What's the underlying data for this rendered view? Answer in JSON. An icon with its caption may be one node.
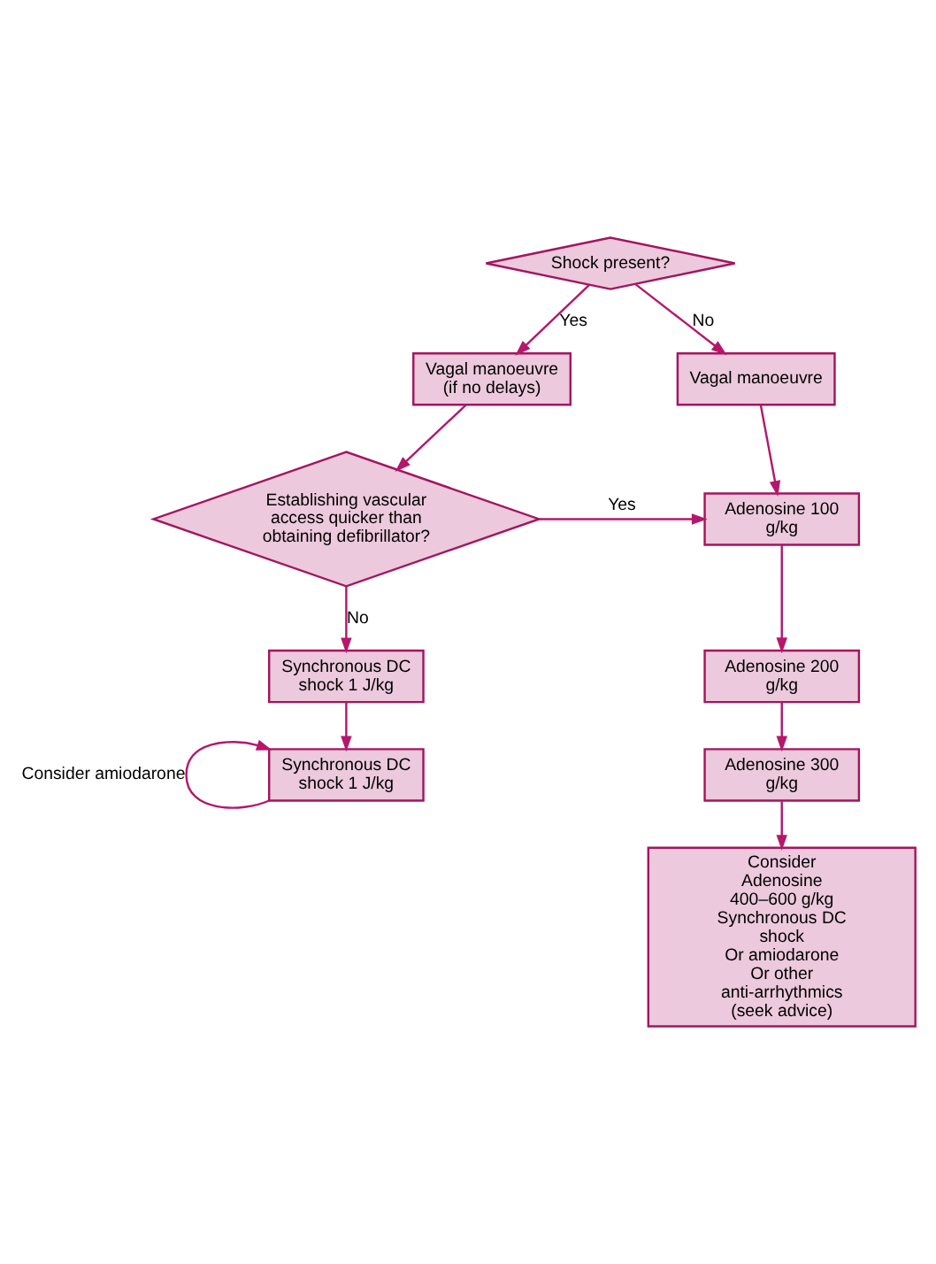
{
  "diagram": {
    "nodes": [
      {
        "text": [
          "Shock present?"
        ]
      },
      {
        "text": [
          "Vagal manoeuvre (if no delays)"
        ]
      },
      {
        "text": [
          "Establishing vascular access quicker than obtaining defibrillator?"
        ]
      },
      {
        "text": [
          "Synchronous DC shock 1 J/kg"
        ]
      },
      {
        "text": [
          "Synchronous DC shock 1 J/kg"
        ]
      },
      {
        "text": [
          "Vagal manoeuvre"
        ]
      },
      {
        "text": [
          "Adenosine 100 g/kg"
        ]
      },
      {
        "text": [
          "Adenosine 200 g/kg"
        ]
      },
      {
        "text": [
          "Adenosine 300 g/kg"
        ]
      },
      {
        "text": [
          "Consider",
          "Adenosine 400–600 g/kg",
          "Synchronous DC shock",
          "Or amiodarone",
          "Or other anti-arrhythmics",
          "(seek advice)"
        ]
      }
    ],
    "edges": [
      {
        "from": 0,
        "to": 1,
        "arrow": "to",
        "label": "Yes"
      },
      {
        "from": 0,
        "to": 5,
        "arrow": "to",
        "label": "No"
      },
      {
        "from": 1,
        "to": 2,
        "arrow": "to"
      },
      {
        "from": 2,
        "to": 6,
        "arrow": "to",
        "label": "Yes"
      },
      {
        "from": 2,
        "to": 3,
        "arrow": "to",
        "label": "No"
      },
      {
        "from": 3,
        "to": 4,
        "arrow": "to"
      },
      {
        "from": 4,
        "to": 4,
        "arrow": "to",
        "label": "Consider amiodarone"
      },
      {
        "from": 5,
        "to": 6,
        "arrow": "to"
      },
      {
        "from": 6,
        "to": 7,
        "arrow": "to"
      },
      {
        "from": 7,
        "to": 8,
        "arrow": "to"
      },
      {
        "from": 8,
        "to": 9,
        "arrow": "to"
      }
    ]
  }
}
